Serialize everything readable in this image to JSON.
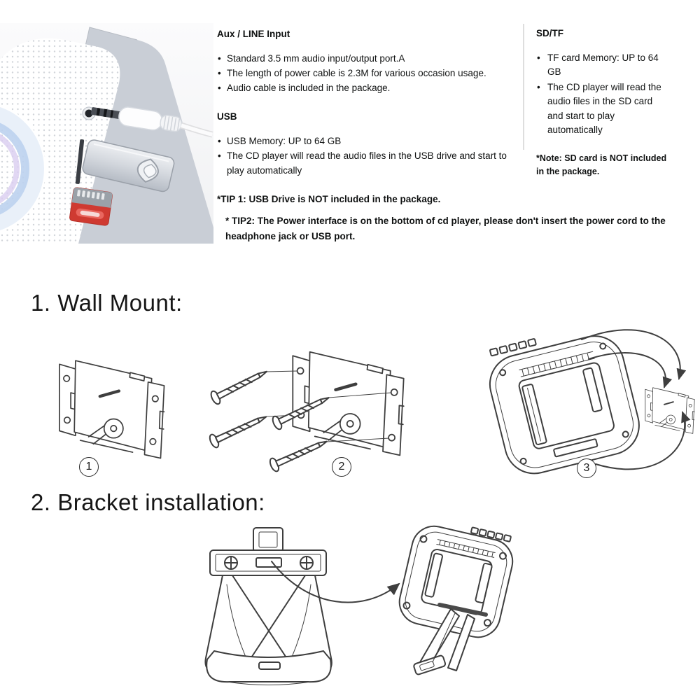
{
  "colors": {
    "text": "#0f1111",
    "divider": "#dedede",
    "line_art": "#3e3e3e",
    "photo_bg": "#f4f5f6",
    "device_side": "#c9ced6",
    "sd_red": "#cf3a31",
    "badge_border": "#2a2a2a"
  },
  "info": {
    "aux": {
      "heading": "Aux / LINE Input",
      "bullets": [
        "Standard 3.5 mm audio input/output port.A",
        "The length of power cable is 2.3M for various occasion usage.",
        "Audio cable is included in the package."
      ]
    },
    "usb": {
      "heading": "USB",
      "bullets": [
        "USB Memory: UP to 64 GB",
        "The CD player will read the audio files in the USB drive and start to play automatically"
      ],
      "tip": "*TIP 1: USB Drive is NOT included in the package."
    },
    "sd": {
      "heading": "SD/TF",
      "bullets": [
        "TF card Memory: UP to 64 GB",
        "The CD player will read the audio files in the SD card and start to play automatically"
      ],
      "note": "*Note: SD card is NOT included in the package."
    },
    "tip2": "* TIP2: The Power interface is on the bottom of cd player, please don't insert the power cord to the headphone jack or USB port."
  },
  "wall_mount": {
    "title": "1. Wall Mount:",
    "step_labels": [
      "1",
      "2",
      "3"
    ]
  },
  "bracket_installation": {
    "title": "2. Bracket installation:"
  }
}
